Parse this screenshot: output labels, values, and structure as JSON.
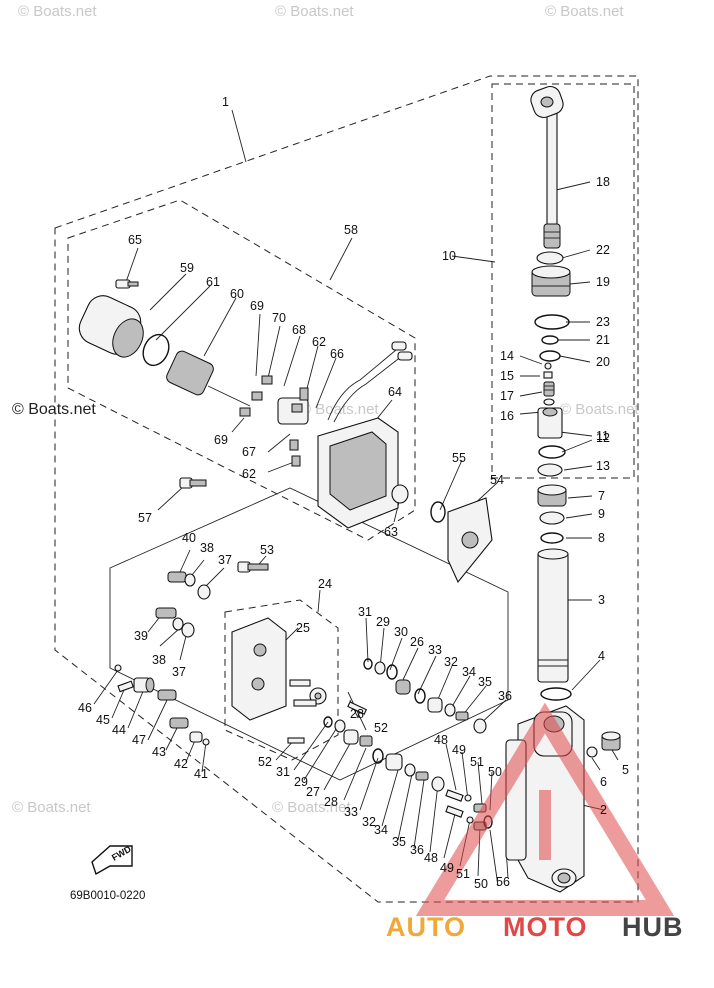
{
  "watermarks": {
    "top_left": "© Boats.net",
    "top_center": "© Boats.net",
    "top_right": "© Boats.net",
    "mid_left": "© Boats.net",
    "mid_center": "© Boats.net",
    "mid_right": "© Boats.net",
    "bottom_left": "© Boats.net",
    "bottom_center": "© Boats.net"
  },
  "parts": [
    {
      "id": "p1",
      "label": "1"
    },
    {
      "id": "p2",
      "label": "2"
    },
    {
      "id": "p3",
      "label": "3"
    },
    {
      "id": "p4",
      "label": "4"
    },
    {
      "id": "p5",
      "label": "5"
    },
    {
      "id": "p6",
      "label": "6"
    },
    {
      "id": "p7",
      "label": "7"
    },
    {
      "id": "p8",
      "label": "8"
    },
    {
      "id": "p9",
      "label": "9"
    },
    {
      "id": "p10",
      "label": "10"
    },
    {
      "id": "p11",
      "label": "11"
    },
    {
      "id": "p12",
      "label": "12"
    },
    {
      "id": "p13",
      "label": "13"
    },
    {
      "id": "p14",
      "label": "14"
    },
    {
      "id": "p15",
      "label": "15"
    },
    {
      "id": "p16",
      "label": "16"
    },
    {
      "id": "p17",
      "label": "17"
    },
    {
      "id": "p18",
      "label": "18"
    },
    {
      "id": "p19",
      "label": "19"
    },
    {
      "id": "p20",
      "label": "20"
    },
    {
      "id": "p21",
      "label": "21"
    },
    {
      "id": "p22",
      "label": "22"
    },
    {
      "id": "p23",
      "label": "23"
    },
    {
      "id": "p24",
      "label": "24"
    },
    {
      "id": "p25",
      "label": "25"
    },
    {
      "id": "p26",
      "label": "26"
    },
    {
      "id": "p27a",
      "label": "27"
    },
    {
      "id": "p28a",
      "label": "28"
    },
    {
      "id": "p28b",
      "label": "28"
    },
    {
      "id": "p29a",
      "label": "29"
    },
    {
      "id": "p29b",
      "label": "29"
    },
    {
      "id": "p30",
      "label": "30"
    },
    {
      "id": "p31a",
      "label": "31"
    },
    {
      "id": "p31b",
      "label": "31"
    },
    {
      "id": "p32a",
      "label": "32"
    },
    {
      "id": "p32b",
      "label": "32"
    },
    {
      "id": "p33a",
      "label": "33"
    },
    {
      "id": "p33b",
      "label": "33"
    },
    {
      "id": "p34a",
      "label": "34"
    },
    {
      "id": "p34b",
      "label": "34"
    },
    {
      "id": "p35a",
      "label": "35"
    },
    {
      "id": "p35b",
      "label": "35"
    },
    {
      "id": "p36a",
      "label": "36"
    },
    {
      "id": "p36b",
      "label": "36"
    },
    {
      "id": "p37a",
      "label": "37"
    },
    {
      "id": "p37b",
      "label": "37"
    },
    {
      "id": "p38a",
      "label": "38"
    },
    {
      "id": "p38b",
      "label": "38"
    },
    {
      "id": "p39",
      "label": "39"
    },
    {
      "id": "p40",
      "label": "40"
    },
    {
      "id": "p41",
      "label": "41"
    },
    {
      "id": "p42",
      "label": "42"
    },
    {
      "id": "p43",
      "label": "43"
    },
    {
      "id": "p44",
      "label": "44"
    },
    {
      "id": "p45",
      "label": "45"
    },
    {
      "id": "p46",
      "label": "46"
    },
    {
      "id": "p47",
      "label": "47"
    },
    {
      "id": "p48a",
      "label": "48"
    },
    {
      "id": "p48b",
      "label": "48"
    },
    {
      "id": "p49a",
      "label": "49"
    },
    {
      "id": "p49b",
      "label": "49"
    },
    {
      "id": "p50a",
      "label": "50"
    },
    {
      "id": "p50b",
      "label": "50"
    },
    {
      "id": "p51a",
      "label": "51"
    },
    {
      "id": "p51b",
      "label": "51"
    },
    {
      "id": "p52a",
      "label": "52"
    },
    {
      "id": "p52b",
      "label": "52"
    },
    {
      "id": "p53",
      "label": "53"
    },
    {
      "id": "p54",
      "label": "54"
    },
    {
      "id": "p55",
      "label": "55"
    },
    {
      "id": "p56",
      "label": "56"
    },
    {
      "id": "p57",
      "label": "57"
    },
    {
      "id": "p58",
      "label": "58"
    },
    {
      "id": "p59",
      "label": "59"
    },
    {
      "id": "p60",
      "label": "60"
    },
    {
      "id": "p61",
      "label": "61"
    },
    {
      "id": "p62a",
      "label": "62"
    },
    {
      "id": "p62b",
      "label": "62"
    },
    {
      "id": "p63",
      "label": "63"
    },
    {
      "id": "p64",
      "label": "64"
    },
    {
      "id": "p65",
      "label": "65"
    },
    {
      "id": "p66",
      "label": "66"
    },
    {
      "id": "p67",
      "label": "67"
    },
    {
      "id": "p68",
      "label": "68"
    },
    {
      "id": "p69a",
      "label": "69"
    },
    {
      "id": "p69b",
      "label": "69"
    },
    {
      "id": "p70",
      "label": "70"
    }
  ],
  "fwd_label": "FWD",
  "diagram_code": "69B0010-0220",
  "brand": {
    "part1": "AUTO",
    "part2": "MOTO",
    "part3": "HUB"
  },
  "colors": {
    "brand_orange": "#f0a838",
    "brand_red": "#e04848",
    "brand_gray": "#444444",
    "watermark": "#c8c8c8"
  }
}
